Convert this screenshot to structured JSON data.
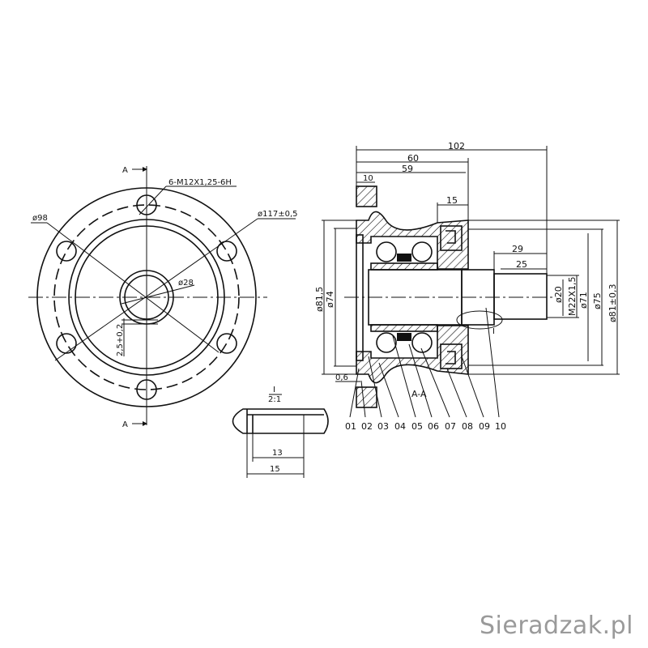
{
  "front_view": {
    "section_marker_top": "A",
    "section_marker_bottom": "A",
    "thread_label": "6-M12X1,25-6H",
    "dia_98": "ø98",
    "dia_117": "ø117±0,5",
    "dia_28": "ø28",
    "tolerance_25": "2,5+0,2"
  },
  "section_view": {
    "title": "A-A",
    "dim_102": "102",
    "dim_60": "60",
    "dim_59": "59",
    "dim_10": "10",
    "dim_15": "15",
    "dim_29": "29",
    "dim_25": "25",
    "dim_06": "0,6",
    "dia_815": "ø81,5",
    "dia_74": "ø74",
    "dia_20": "ø20",
    "thread_m22": "M22X1,5",
    "dia_71": "ø71",
    "dia_75": "ø75",
    "dia_81": "ø81±0,3",
    "detail_marker": "I",
    "part_numbers": [
      "01",
      "02",
      "03",
      "04",
      "05",
      "06",
      "07",
      "08",
      "09",
      "10"
    ]
  },
  "detail_view": {
    "label": "I",
    "scale": "2:1",
    "dim_13": "13",
    "dim_15": "15"
  },
  "watermark": "Sieradzak.pl"
}
